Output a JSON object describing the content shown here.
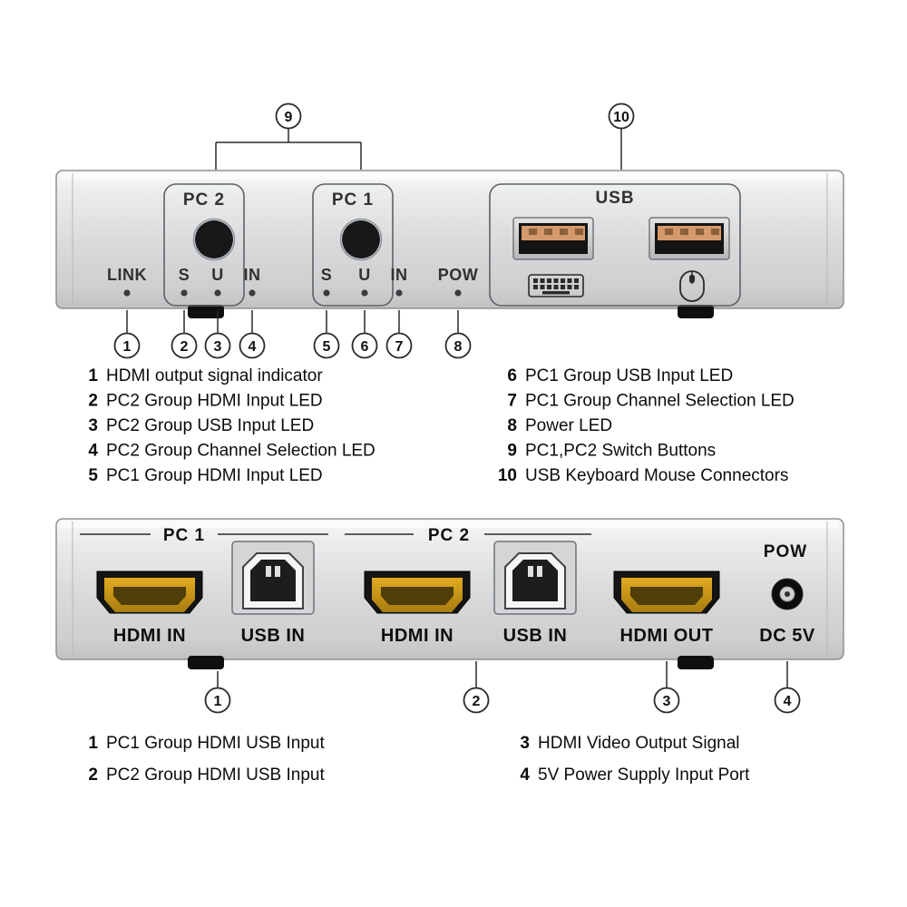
{
  "front_panel": {
    "groups": {
      "pc2": {
        "label": "PC 2"
      },
      "pc1": {
        "label": "PC 1"
      },
      "usb": {
        "label": "USB"
      }
    },
    "led_labels": {
      "link": "LINK",
      "pc2_s": "S",
      "pc2_u": "U",
      "pc2_in": "IN",
      "pc1_s": "S",
      "pc1_u": "U",
      "pc1_in": "IN",
      "pow": "POW"
    },
    "callouts": {
      "c1": "1",
      "c2": "2",
      "c3": "3",
      "c4": "4",
      "c5": "5",
      "c6": "6",
      "c7": "7",
      "c8": "8",
      "c9": "9",
      "c10": "10"
    },
    "legend": {
      "left": [
        {
          "num": "1",
          "text": "HDMI output signal indicator"
        },
        {
          "num": "2",
          "text": "PC2 Group HDMI Input LED"
        },
        {
          "num": "3",
          "text": "PC2 Group USB Input LED"
        },
        {
          "num": "4",
          "text": "PC2 Group Channel Selection LED"
        },
        {
          "num": "5",
          "text": "PC1 Group HDMI Input LED"
        }
      ],
      "right": [
        {
          "num": "6",
          "text": "PC1 Group USB Input LED"
        },
        {
          "num": "7",
          "text": "PC1 Group Channel Selection LED"
        },
        {
          "num": "8",
          "text": "Power LED"
        },
        {
          "num": "9",
          "text": "PC1,PC2 Switch Buttons"
        },
        {
          "num": "10",
          "text": "USB Keyboard Mouse Connectors"
        }
      ]
    }
  },
  "rear_panel": {
    "headers": {
      "pc1": "PC 1",
      "pc2": "PC 2",
      "pow": "POW"
    },
    "port_labels": {
      "hdmi_in_1": "HDMI IN",
      "usb_in_1": "USB IN",
      "hdmi_in_2": "HDMI IN",
      "usb_in_2": "USB IN",
      "hdmi_out": "HDMI OUT",
      "dc": "DC 5V"
    },
    "callouts": {
      "c1": "1",
      "c2": "2",
      "c3": "3",
      "c4": "4"
    },
    "legend": {
      "left": [
        {
          "num": "1",
          "text": "PC1 Group HDMI USB Input"
        },
        {
          "num": "2",
          "text": "PC2 Group HDMI USB Input"
        }
      ],
      "right": [
        {
          "num": "3",
          "text": "HDMI Video Output Signal"
        },
        {
          "num": "4",
          "text": "5V Power Supply Input Port"
        }
      ]
    }
  },
  "colors": {
    "metal_light": "#f7f8f9",
    "metal_dark": "#c2c4c6",
    "gold": "#d09a18",
    "usb_tongue": "#d49a6c"
  }
}
